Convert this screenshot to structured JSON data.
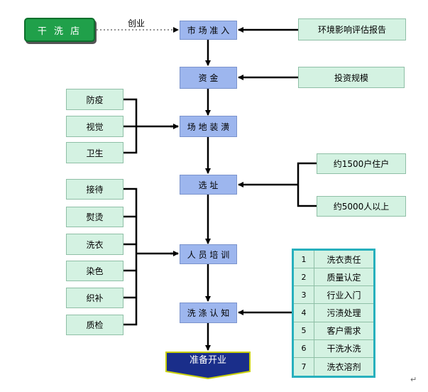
{
  "start": {
    "label": "干 洗 店"
  },
  "start_edge_label": "创业",
  "main_steps": [
    {
      "label": "市 场 准 入"
    },
    {
      "label": "资 金"
    },
    {
      "label": "场 地 装 潢"
    },
    {
      "label": "选 址"
    },
    {
      "label": "人 员 培 训"
    },
    {
      "label": "洗 涤 认 知"
    }
  ],
  "final_step": {
    "label": "准备开业"
  },
  "right_inputs": {
    "market": "环境影响评估报告",
    "funding": "投资规模",
    "site": [
      "约1500户住户",
      "约5000人以上"
    ]
  },
  "left_inputs": {
    "decoration": [
      "防疫",
      "视觉",
      "卫生"
    ],
    "training": [
      "接待",
      "熨烫",
      "洗衣",
      "染色",
      "织补",
      "质检"
    ]
  },
  "knowledge_table": [
    {
      "num": "1",
      "text": "洗衣责任"
    },
    {
      "num": "2",
      "text": "质量认定"
    },
    {
      "num": "3",
      "text": "行业入门"
    },
    {
      "num": "4",
      "text": "污渍处理"
    },
    {
      "num": "5",
      "text": "客户需求"
    },
    {
      "num": "6",
      "text": "干洗水洗"
    },
    {
      "num": "7",
      "text": "洗衣溶剂"
    }
  ]
}
